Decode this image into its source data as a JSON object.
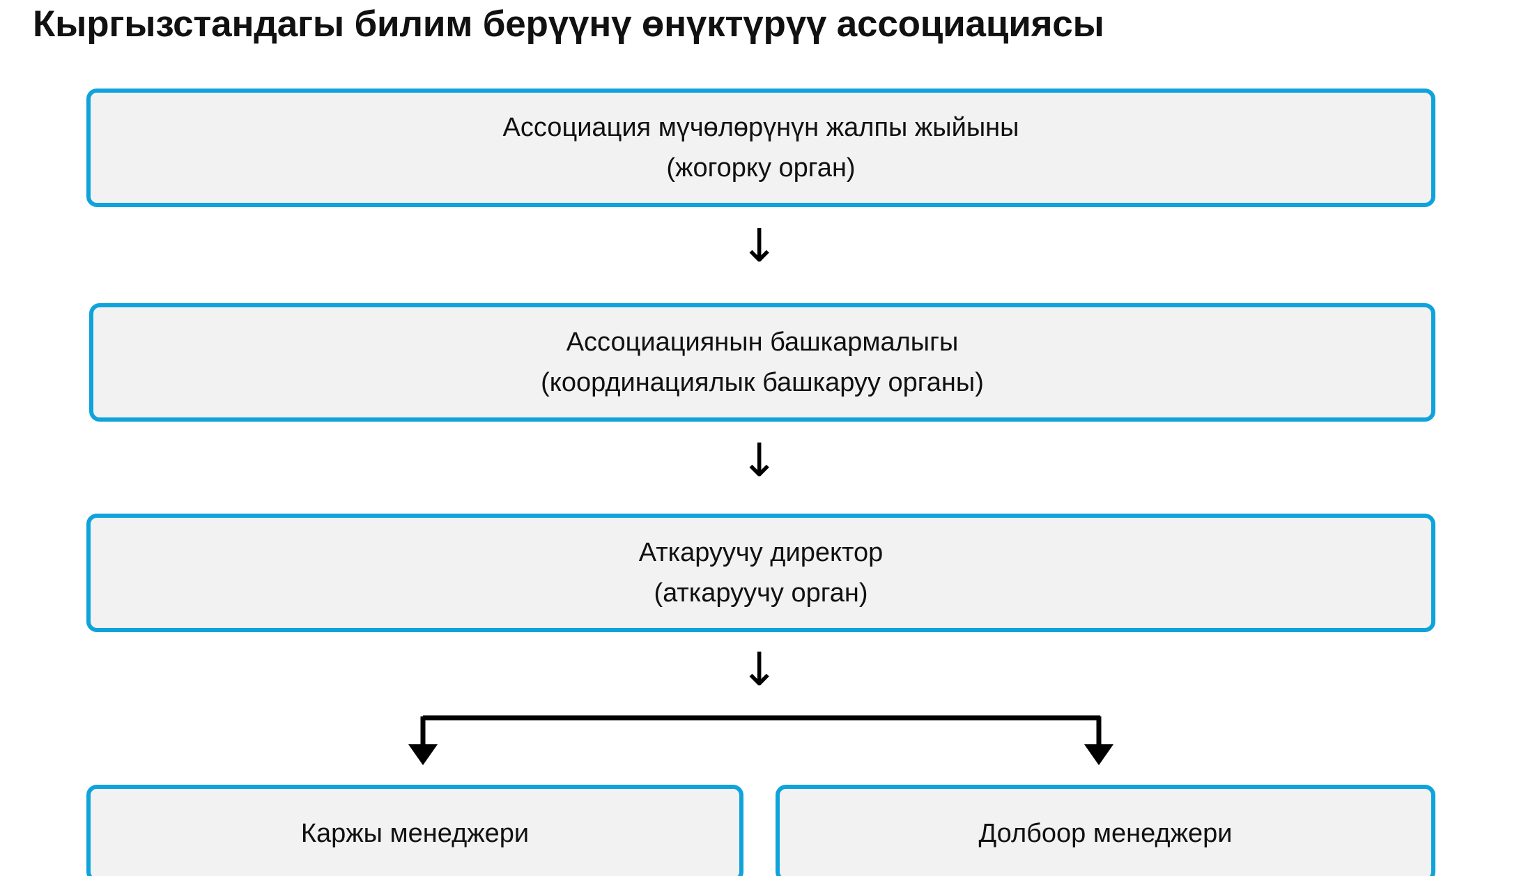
{
  "chart_data": {
    "type": "diagram",
    "diagram_type": "organizational-hierarchy-flowchart",
    "title": "Кыргызстандагы билим берүүнү өнүктүрүү ассоциациясы",
    "orientation": "top-down",
    "colors": {
      "box_border": "#0fa3dc",
      "box_fill": "#f2f2f2",
      "text": "#111111",
      "connector": "#000000",
      "background": "#ffffff"
    },
    "nodes": [
      {
        "id": "assembly",
        "level": 1,
        "line1": "Ассоциация мүчөлөрүнүн жалпы жыйыны",
        "line2": "(жогорку орган)"
      },
      {
        "id": "board",
        "level": 2,
        "line1": "Ассоциациянын башкармалыгы",
        "line2": "(координациялык башкаруу органы)"
      },
      {
        "id": "director",
        "level": 3,
        "line1": "Аткаруучу директор",
        "line2": "(аткаруучу орган)"
      },
      {
        "id": "finance-manager",
        "level": 4,
        "line1": "Каржы менеджери",
        "line2": ""
      },
      {
        "id": "project-manager",
        "level": 4,
        "line1": "Долбоор менеджери",
        "line2": ""
      }
    ],
    "edges": [
      {
        "from": "assembly",
        "to": "board",
        "style": "arrow-down",
        "glyph": "↓"
      },
      {
        "from": "board",
        "to": "director",
        "style": "arrow-down",
        "glyph": "↓"
      },
      {
        "from": "director",
        "to": "split",
        "style": "arrow-down",
        "glyph": "↓"
      },
      {
        "from": "split",
        "to": "finance-manager",
        "style": "bracket-arrow"
      },
      {
        "from": "split",
        "to": "project-manager",
        "style": "bracket-arrow"
      }
    ]
  },
  "title": {
    "text": "Кыргызстандагы билим берүүнү өнүктүрүү ассоциациясы"
  },
  "nodes": {
    "assembly": {
      "line1": "Ассоциация мүчөлөрүнүн жалпы жыйыны",
      "line2": "(жогорку орган)"
    },
    "board": {
      "line1": "Ассоциациянын башкармалыгы",
      "line2": "(координациялык башкаруу органы)"
    },
    "director": {
      "line1": "Аткаруучу директор",
      "line2": "(аткаруучу орган)"
    },
    "finance_manager": {
      "line1": "Каржы менеджери"
    },
    "project_manager": {
      "line1": "Долбоор менеджери"
    }
  },
  "connectors": {
    "arrow_glyph": "↓"
  }
}
